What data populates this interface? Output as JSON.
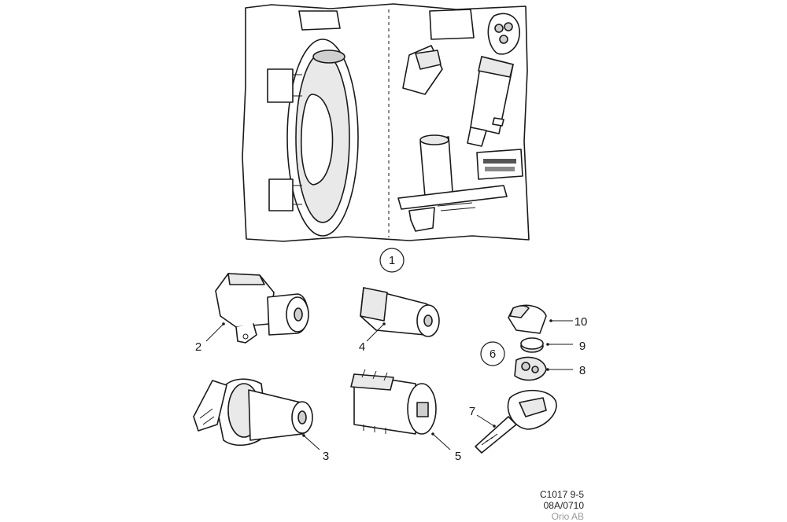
{
  "diagram": {
    "callouts": [
      {
        "id": "1",
        "label": "1",
        "circled": true
      },
      {
        "id": "2",
        "label": "2",
        "circled": false
      },
      {
        "id": "3",
        "label": "3",
        "circled": false
      },
      {
        "id": "4",
        "label": "4",
        "circled": false
      },
      {
        "id": "5",
        "label": "5",
        "circled": false
      },
      {
        "id": "6",
        "label": "6",
        "circled": true
      },
      {
        "id": "7",
        "label": "7",
        "circled": false
      },
      {
        "id": "8",
        "label": "8",
        "circled": false
      },
      {
        "id": "9",
        "label": "9",
        "circled": false
      },
      {
        "id": "10",
        "label": "10",
        "circled": false
      }
    ],
    "caption": {
      "code": "C1017 9-5",
      "date": "08A/0710",
      "publisher": "Orio AB"
    }
  }
}
